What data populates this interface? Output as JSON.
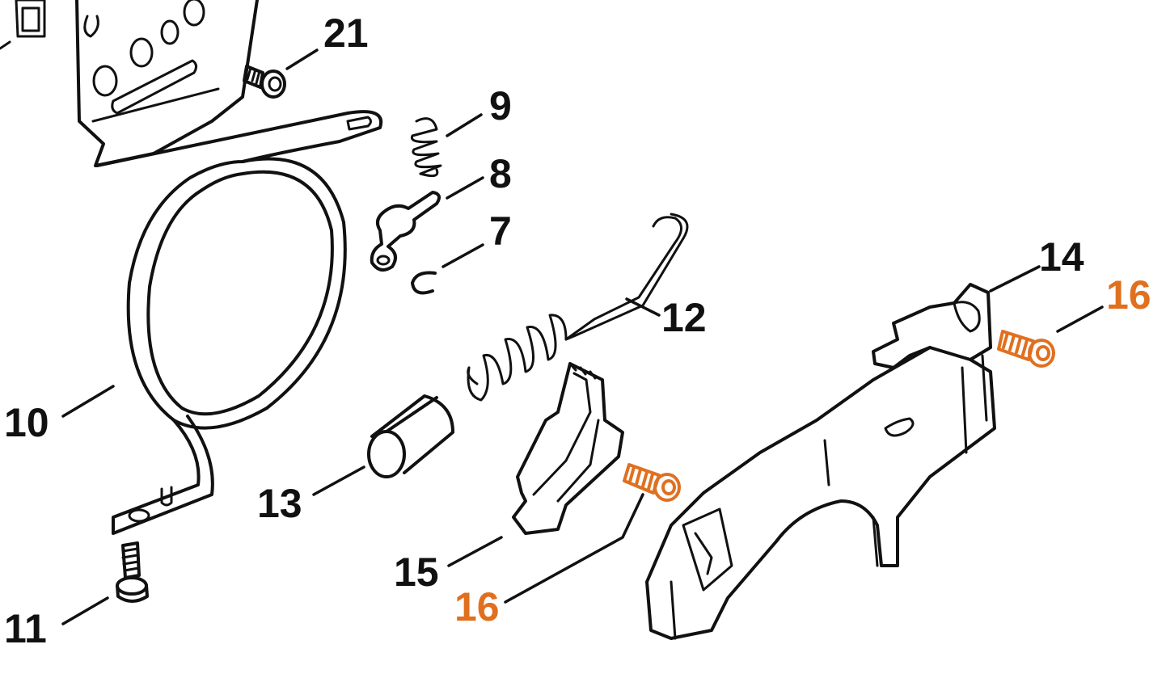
{
  "colors": {
    "ink": "#111111",
    "highlight": "#e07020",
    "background": "#ffffff"
  },
  "callouts": {
    "c21": "21",
    "c9": "9",
    "c8": "8",
    "c7": "7",
    "c12": "12",
    "c14": "14",
    "c16_right": "16",
    "c10": "10",
    "c13": "13",
    "c15": "15",
    "c16_bottom": "16",
    "c11": "11"
  }
}
